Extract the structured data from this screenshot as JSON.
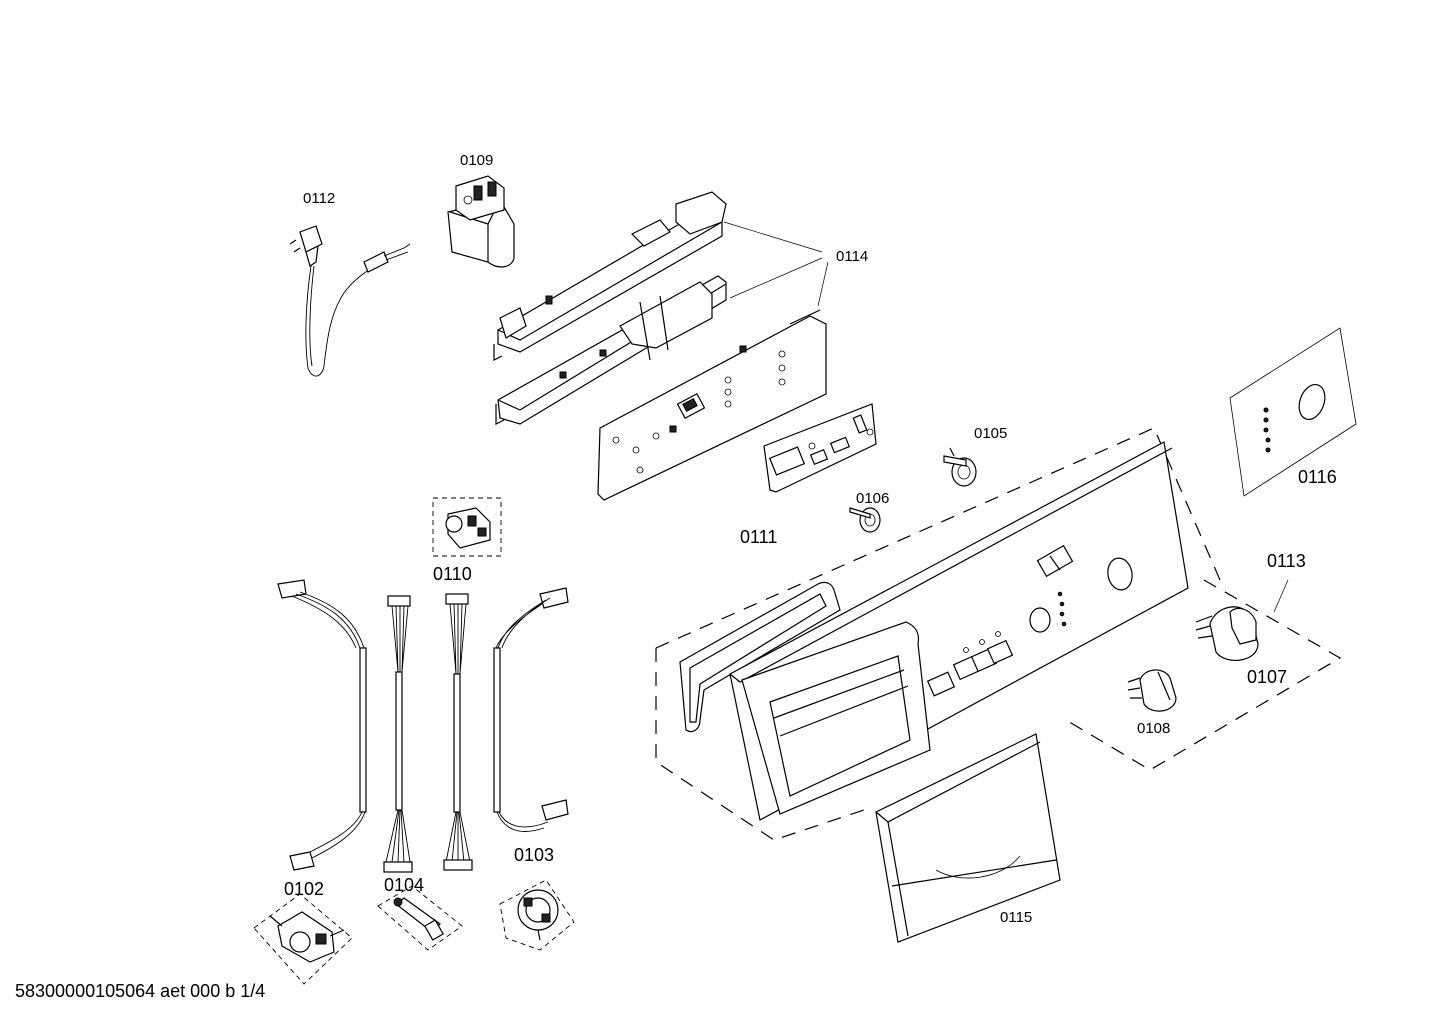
{
  "labels": {
    "p0109": "0109",
    "p0112": "0112",
    "p0114": "0114",
    "p0105": "0105",
    "p0106": "0106",
    "p0111": "0111",
    "p0116": "0116",
    "p0110": "0110",
    "p0113": "0113",
    "p0107": "0107",
    "p0108": "0108",
    "p0102": "0102",
    "p0104": "0104",
    "p0103": "0103",
    "p0115": "0115"
  },
  "footer": {
    "doc_id": "58300000105064 aet 000 b 1/4"
  }
}
